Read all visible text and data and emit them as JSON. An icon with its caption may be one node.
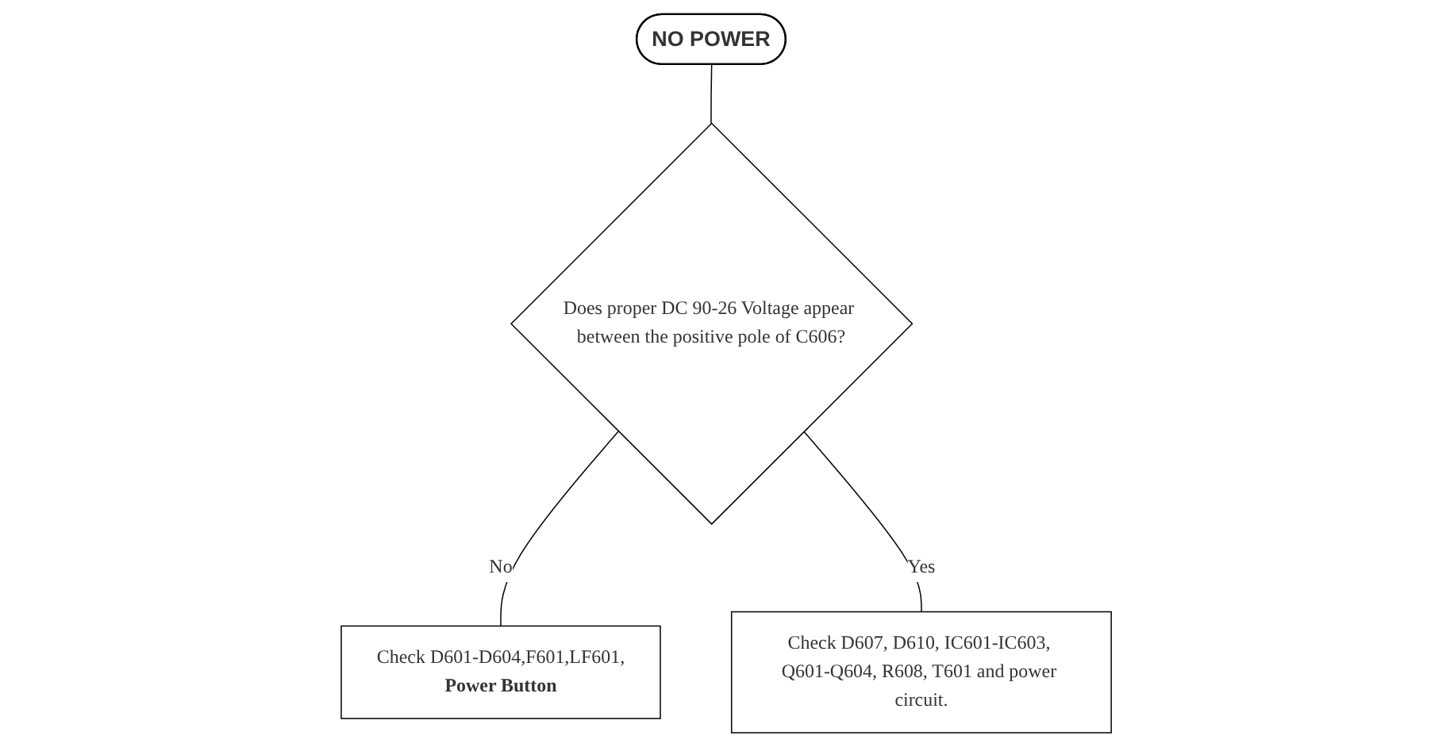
{
  "diagram": {
    "nodes": [
      {
        "text": [
          "NO POWER"
        ]
      },
      {
        "text": [
          "Does proper DC 90-26 Voltage appear between the positive pole of C606?"
        ]
      },
      {
        "text": [
          "Check D601-D604,F601,LF601,",
          "Power Button"
        ]
      },
      {
        "text": [
          "Check D607, D610, IC601-IC603, Q601-Q604, R608, T601 and power circuit."
        ]
      }
    ],
    "edges": [
      {
        "from": 0,
        "to": 1,
        "arrow": "none"
      },
      {
        "from": 1,
        "to": 2,
        "arrow": "none",
        "label": "No"
      },
      {
        "from": 1,
        "to": 3,
        "arrow": "none",
        "label": "Yes"
      }
    ]
  }
}
